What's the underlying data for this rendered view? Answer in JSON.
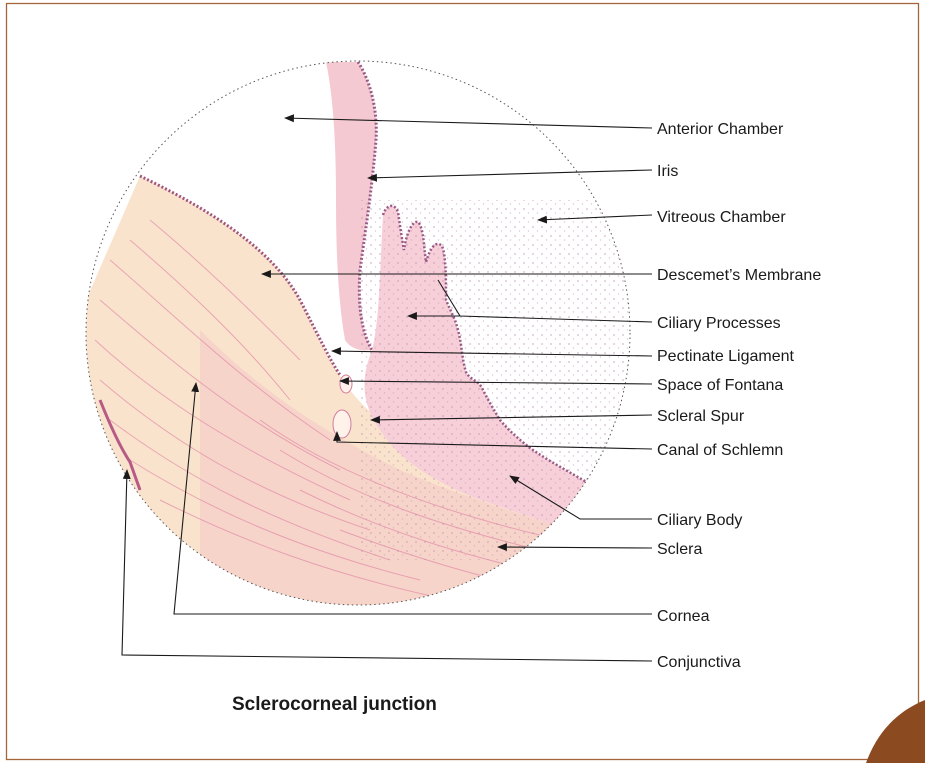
{
  "caption": "Sclerocorneal junction",
  "labels": {
    "anterior_chamber": "Anterior Chamber",
    "iris": "Iris",
    "vitreous_chamber": "Vitreous Chamber",
    "descemets_membrane": "Descemet’s Membrane",
    "ciliary_processes": "Ciliary Processes",
    "pectinate_ligament": "Pectinate Ligament",
    "space_of_fontana": "Space of Fontana",
    "scleral_spur": "Scleral Spur",
    "canal_of_schlemn": "Canal of Schlemn",
    "ciliary_body": "Ciliary Body",
    "sclera": "Sclera",
    "cornea": "Cornea",
    "conjunctiva": "Conjunctiva"
  },
  "colors": {
    "border": "#a5653a",
    "corner_accent": "#8b4a1f",
    "tissue_light": "#fbe6cf",
    "tissue_pink": "#f3c7cf",
    "tissue_fiber": "#d9729a",
    "epithelium": "#9a5a86"
  }
}
